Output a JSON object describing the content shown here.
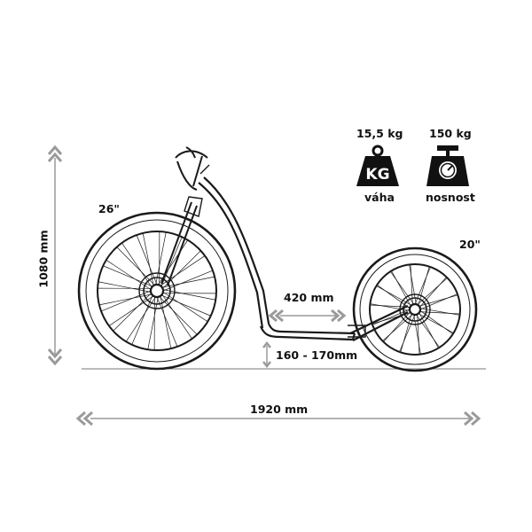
{
  "specs": {
    "weight_value": "15,5 kg",
    "weight_icon_text": "KG",
    "weight_caption": "váha",
    "load_value": "150 kg",
    "load_caption": "nosnost"
  },
  "dimensions": {
    "height": "1080 mm",
    "length": "1920 mm",
    "deck_length": "420 mm",
    "deck_height": "160 - 170mm",
    "front_wheel": "26\"",
    "rear_wheel": "20\""
  },
  "icons": [
    "kg-weight-icon",
    "scale-icon"
  ]
}
